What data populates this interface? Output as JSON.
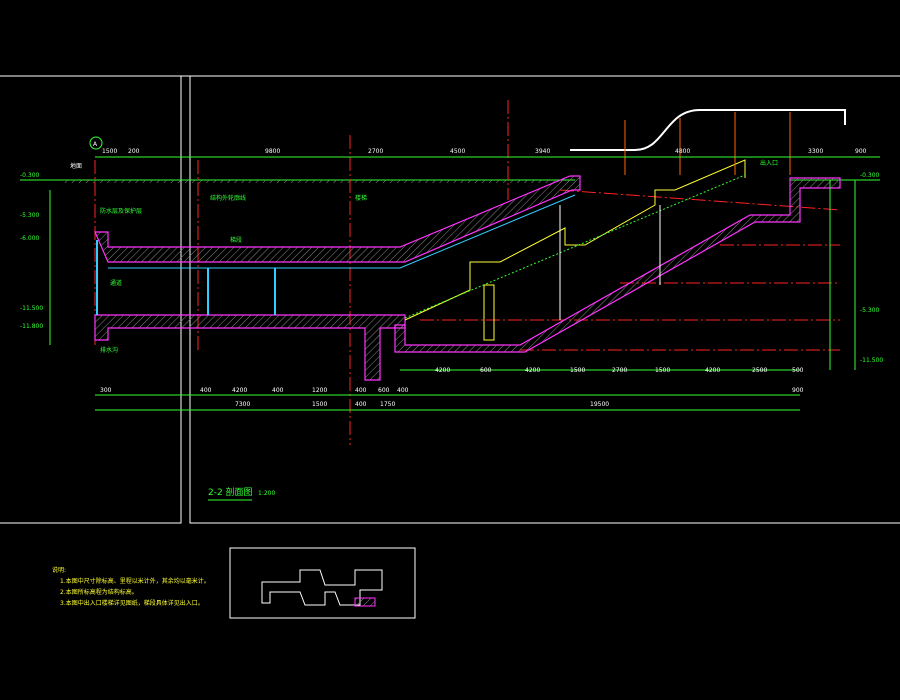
{
  "drawing": {
    "title": "2-2 剖面图",
    "scale": "1:200",
    "axis_label": "A",
    "colors": {
      "frame": "#ffffff",
      "dimension": "#33ff33",
      "structure": "#ff33ff",
      "axis": "#ff2222",
      "stair": "#ffff33",
      "pipe": "#33ccff"
    }
  },
  "top_dims": [
    "1500",
    "200",
    "9800",
    "2700",
    "4500",
    "3940",
    "4800",
    "3300",
    "900"
  ],
  "bottom_dims_row1": [
    "300",
    "400",
    "4200",
    "400",
    "1200",
    "400",
    "600",
    "400",
    "4200",
    "600",
    "4200",
    "1500",
    "2700",
    "1500",
    "4200",
    "2500",
    "500"
  ],
  "bottom_dims_row2": [
    "7300",
    "1500",
    "400",
    "1750",
    "19500",
    "900"
  ],
  "elevations": [
    "-0.300",
    "-5.300",
    "-6.000",
    "-11.500",
    "-11.800",
    "-0.300",
    "-5.300",
    "-11.500"
  ],
  "annotations": [
    "地面",
    "防水层及保护层",
    "结构外轮廓线",
    "楼梯",
    "梯段",
    "出入口",
    "通道",
    "排水沟"
  ],
  "notes": {
    "heading": "说明:",
    "items": [
      "1.本图中尺寸除标高、里程以米计外，其余均以毫米计。",
      "2.本图所标高程为结构标高。",
      "3.本图中出入口楼梯详见图纸，梯段具体详见出入口。"
    ]
  }
}
